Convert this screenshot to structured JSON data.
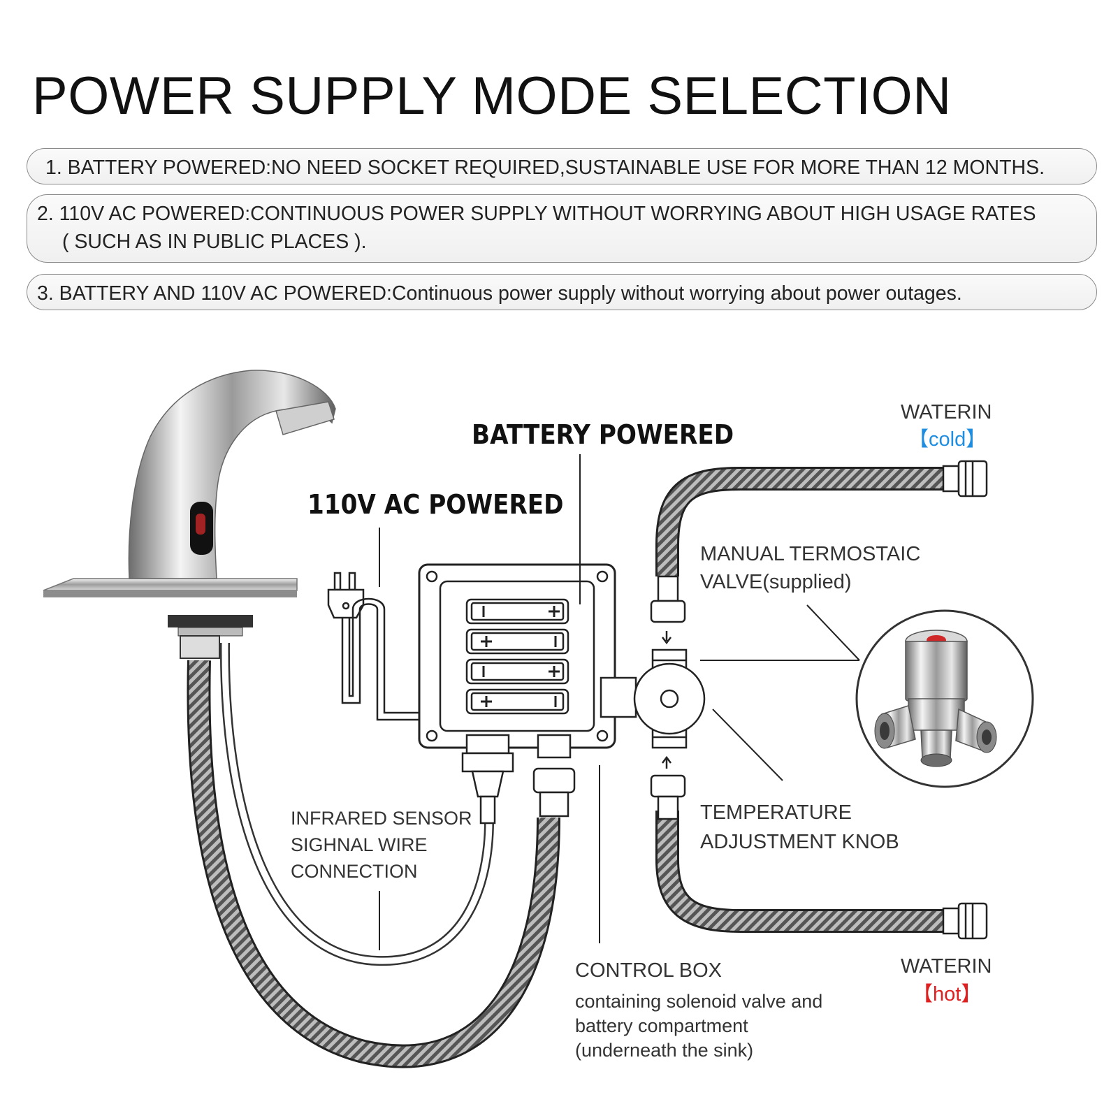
{
  "title": "POWER SUPPLY MODE SELECTION",
  "modes": [
    {
      "text": "1.  BATTERY POWERED:NO NEED SOCKET REQUIRED,SUSTAINABLE USE FOR MORE THAN 12 MONTHS."
    },
    {
      "text": "2. 110V AC POWERED:CONTINUOUS POWER SUPPLY WITHOUT WORRYING ABOUT HIGH USAGE RATES",
      "text2": "( SUCH AS IN PUBLIC PLACES )."
    },
    {
      "text": "3. BATTERY AND 110V AC POWERED:Continuous power supply without worrying about power outages."
    }
  ],
  "labels": {
    "battery_powered": "BATTERY POWERED",
    "ac_powered": "110V AC POWERED",
    "waterin_cold": "WATERIN",
    "cold": "【cold】",
    "valve_line1": "MANUAL TERMOSTAIC",
    "valve_line2": "VALVE(supplied)",
    "knob_line1": "TEMPERATURE",
    "knob_line2": "ADJUSTMENT KNOB",
    "sensor_line1": "INFRARED SENSOR",
    "sensor_line2": "SIGHNAL WIRE",
    "sensor_line3": "CONNECTION",
    "control_box": "CONTROL BOX",
    "control_desc1": "containing solenoid valve and",
    "control_desc2": "battery compartment",
    "control_desc3": "(underneath the sink)",
    "waterin_hot": "WATERIN",
    "hot": "【hot】"
  },
  "icons": [
    "faucet-icon",
    "power-plug-icon",
    "battery-icon",
    "control-box-icon",
    "thermostatic-valve-icon",
    "braided-hose-icon"
  ],
  "colors": {
    "cold": "#1f8ee0",
    "hot": "#e02020",
    "sensor_red": "#d02828"
  }
}
